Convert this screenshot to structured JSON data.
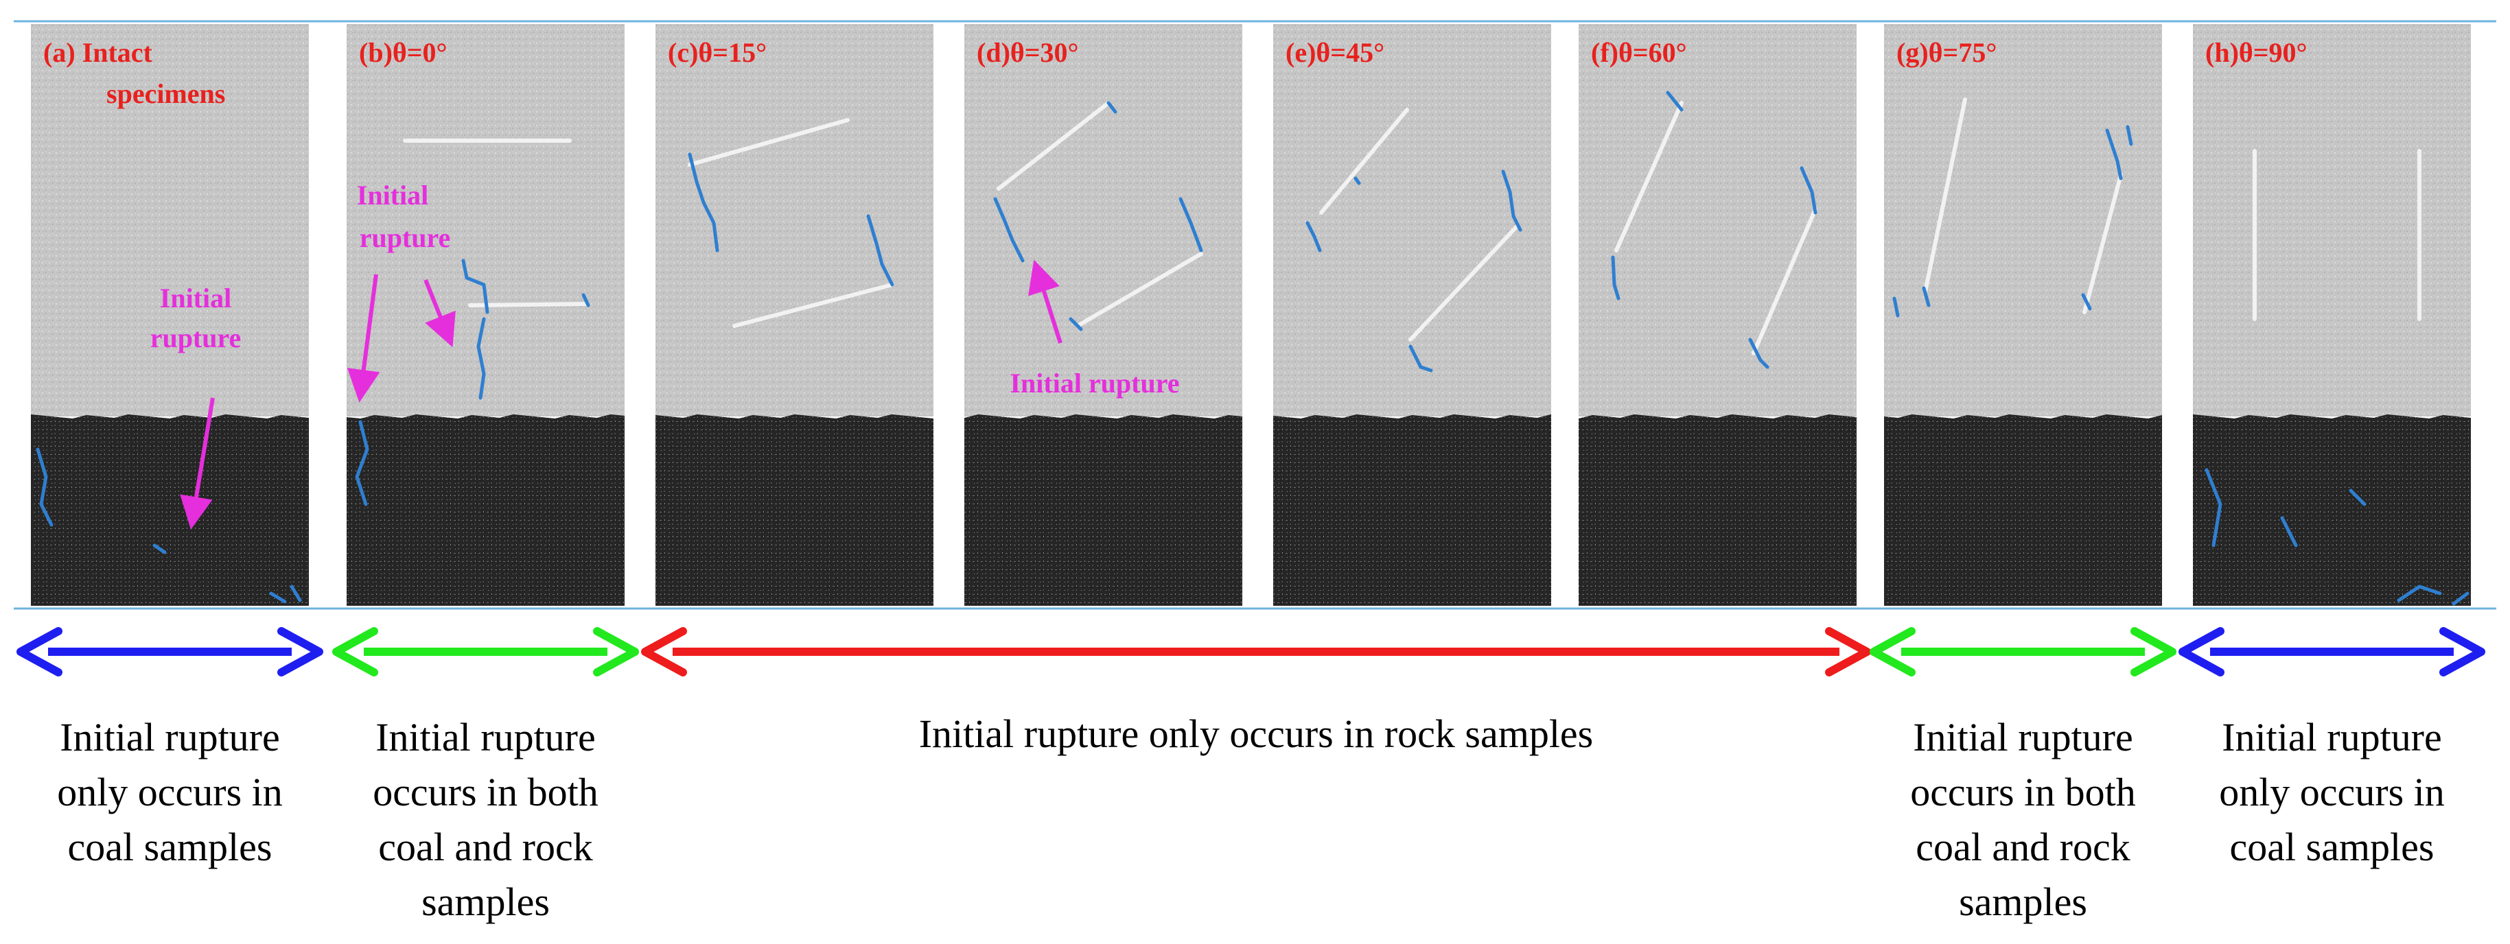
{
  "colors": {
    "rock_background": "#c9c9c9",
    "coal_background": "#2b2b2b",
    "crack_tension": "#2f7fd0",
    "joint": "#f2f2f2",
    "panel_label": "#e8211e",
    "annotation": "#e52fdc",
    "arrow_blue": "#1e1ef0",
    "arrow_green": "#22e81e",
    "arrow_red": "#ee1c1c",
    "frame_line": "#6fb3e0"
  },
  "panels": [
    {
      "id": "a",
      "label": "(a) Intact",
      "label_line2": "specimens",
      "theta": null,
      "initial_rupture": "coal"
    },
    {
      "id": "b",
      "label": "(b)θ=0°",
      "theta": 0,
      "initial_rupture": "both"
    },
    {
      "id": "c",
      "label": "(c)θ=15°",
      "theta": 15,
      "initial_rupture": "rock"
    },
    {
      "id": "d",
      "label": "(d)θ=30°",
      "theta": 30,
      "initial_rupture": "rock"
    },
    {
      "id": "e",
      "label": "(e)θ=45°",
      "theta": 45,
      "initial_rupture": "rock"
    },
    {
      "id": "f",
      "label": "(f)θ=60°",
      "theta": 60,
      "initial_rupture": "rock"
    },
    {
      "id": "g",
      "label": "(g)θ=75°",
      "theta": 75,
      "initial_rupture": "both"
    },
    {
      "id": "h",
      "label": "(h)θ=90°",
      "theta": 90,
      "initial_rupture": "coal"
    }
  ],
  "annotations": [
    {
      "panel": "a",
      "lines": [
        "Initial",
        "rupture"
      ]
    },
    {
      "panel": "b",
      "lines": [
        "Initial",
        "rupture"
      ]
    },
    {
      "panel": "d",
      "lines": [
        "Initial rupture"
      ]
    }
  ],
  "groups": [
    {
      "color": "blue",
      "panels": [
        "a"
      ],
      "text": "Initial  rupture\nonly occurs in\ncoal samples"
    },
    {
      "color": "green",
      "panels": [
        "b"
      ],
      "text": "Initial  rupture\noccurs in both\ncoal and rock\nsamples"
    },
    {
      "color": "red",
      "panels": [
        "c",
        "d",
        "e",
        "f"
      ],
      "text": "Initial  rupture only occurs in rock samples"
    },
    {
      "color": "green",
      "panels": [
        "g"
      ],
      "text": "Initial  rupture\noccurs in both\ncoal and rock\nsamples"
    },
    {
      "color": "blue",
      "panels": [
        "h"
      ],
      "text": "Initial  rupture\nonly occurs in\ncoal samples"
    }
  ]
}
